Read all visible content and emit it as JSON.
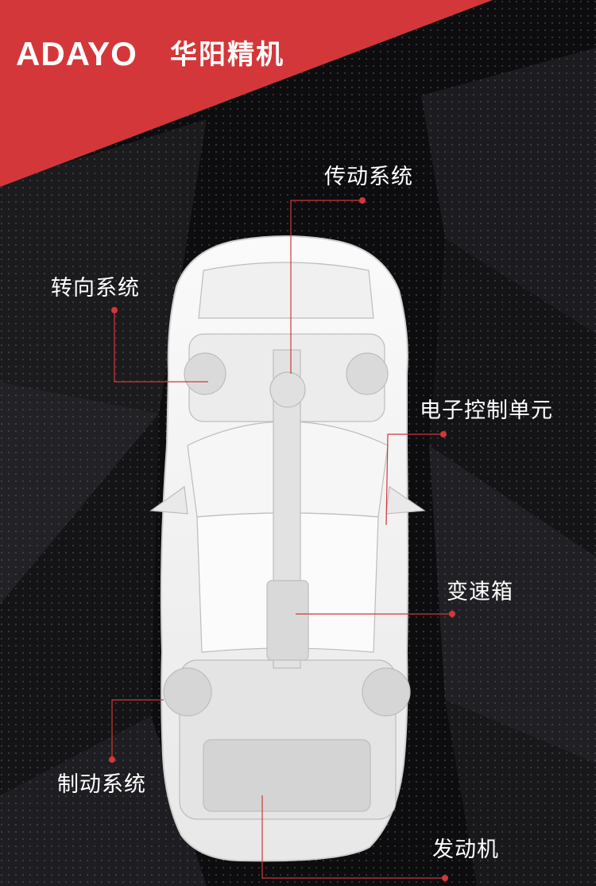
{
  "brand": {
    "name_en": "ADAYO",
    "name_cn": "华阳精机"
  },
  "colors": {
    "accent": "#d3373a",
    "background": "#0b0b0c",
    "text": "#ffffff",
    "car": "#f3f3f3"
  },
  "labels": {
    "transmission_system": "传动系统",
    "steering_system": "转向系统",
    "ecu": "电子控制单元",
    "gearbox": "变速箱",
    "brake_system": "制动系统",
    "engine": "发动机"
  }
}
